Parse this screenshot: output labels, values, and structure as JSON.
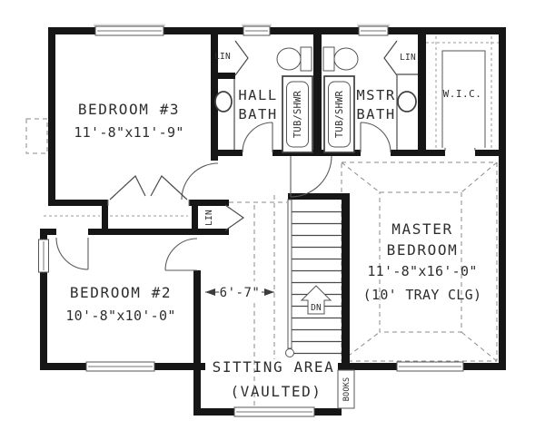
{
  "plan": {
    "rooms": {
      "bedroom3": {
        "name": "BEDROOM #3",
        "dims": "11'-8\"x11'-9\""
      },
      "bedroom2": {
        "name": "BEDROOM #2",
        "dims": "10'-8\"x10'-0\""
      },
      "master": {
        "line1": "MASTER",
        "line2": "BEDROOM",
        "dims": "11'-8\"x16'-0\"",
        "ceiling": "(10' TRAY CLG)"
      },
      "hall_bath": {
        "line1": "HALL",
        "line2": "BATH"
      },
      "master_bath": {
        "line1": "MSTR",
        "line2": "BATH"
      },
      "wic": {
        "name": "W.I.C."
      },
      "sitting": {
        "line1": "SITTING AREA",
        "line2": "(VAULTED)"
      }
    },
    "closets": {
      "linen_hall_bath": "LIN",
      "linen_master_bath": "LIN",
      "linen_hall": "LIN"
    },
    "fixtures": {
      "tub_hall": "TUB/SHWR",
      "tub_master": "TUB/SHWR",
      "bookshelf": "BOOKS",
      "stairs_label": "DN"
    },
    "dimensions": {
      "hall_width": "6'-7\""
    },
    "colors": {
      "background": "#ffffff",
      "wall": "#161616",
      "line": "#4a4a4a",
      "dashed_line": "#8a8a8a",
      "text": "#2e2e2e"
    }
  }
}
